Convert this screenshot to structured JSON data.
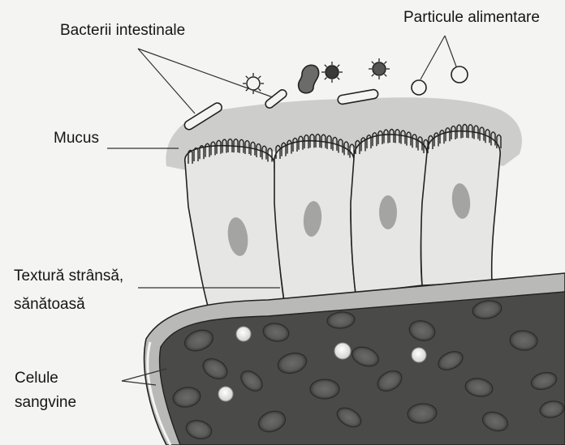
{
  "labels": {
    "bacteria": "Bacterii intestinale",
    "food_particles": "Particule alimentare",
    "mucus": "Mucus",
    "tight_texture_line1": "Textură strânsă,",
    "tight_texture_line2": "sănătoasă",
    "blood_cells_line1": "Celule",
    "blood_cells_line2": "sangvine"
  },
  "colors": {
    "background": "#f4f4f2",
    "mucus": "#c9c9c7",
    "cell": "#e6e6e4",
    "nucleus": "#8f8f8d",
    "vessel_interior": "#4a4a48",
    "vessel_wall": "#b9b9b7",
    "outline": "#222222"
  }
}
